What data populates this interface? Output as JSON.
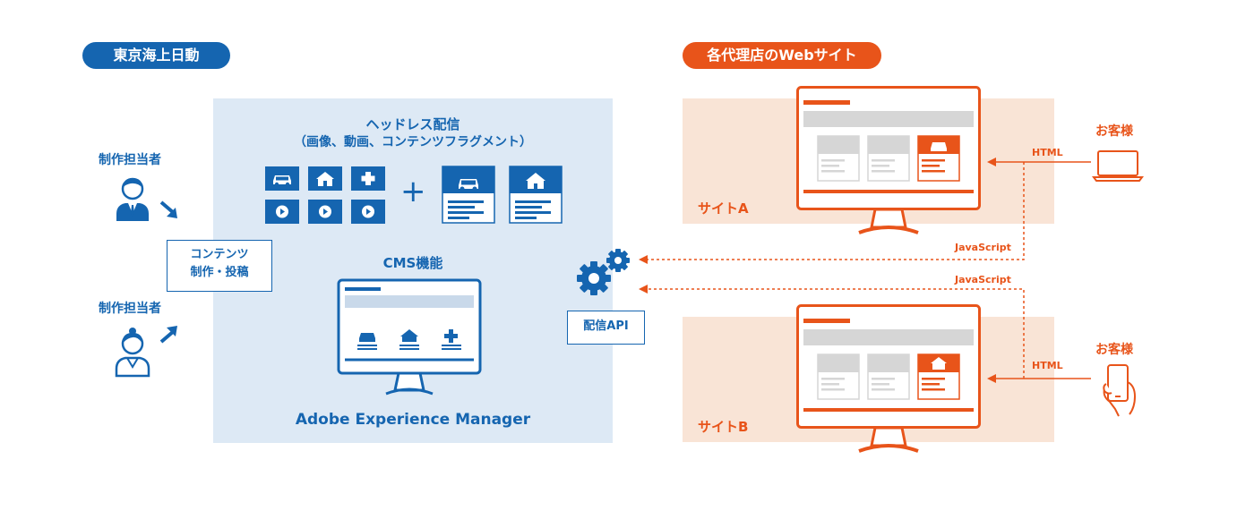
{
  "left_header": {
    "label": "東京海上日動",
    "color": "#1565b0"
  },
  "right_header": {
    "label": "各代理店のWebサイト",
    "color": "#e8541a"
  },
  "staff": {
    "label": "制作担当者"
  },
  "content_box": {
    "line1": "コンテンツ",
    "line2": "制作・投稿"
  },
  "aem": {
    "headless_title": "ヘッドレス配信",
    "headless_subtitle": "（画像、動画、コンテンツフラグメント）",
    "cms_title": "CMS機能",
    "product_name": "Adobe Experience Manager",
    "panel_color": "#dde9f5"
  },
  "api": {
    "label": "配信API"
  },
  "sites": [
    {
      "label": "サイトA"
    },
    {
      "label": "サイトB"
    }
  ],
  "customer": {
    "label": "お客様"
  },
  "arrows": {
    "html": "HTML",
    "js": "JavaScript"
  },
  "colors": {
    "blue": "#1565b0",
    "orange": "#e8541a",
    "site_bg": "#f9e4d6",
    "grey": "#d6d6d6"
  },
  "icons": [
    "car-icon",
    "house-icon",
    "plus-icon",
    "play-icon",
    "gear-icon",
    "laptop-icon",
    "smartphone-icon",
    "person-icon"
  ]
}
